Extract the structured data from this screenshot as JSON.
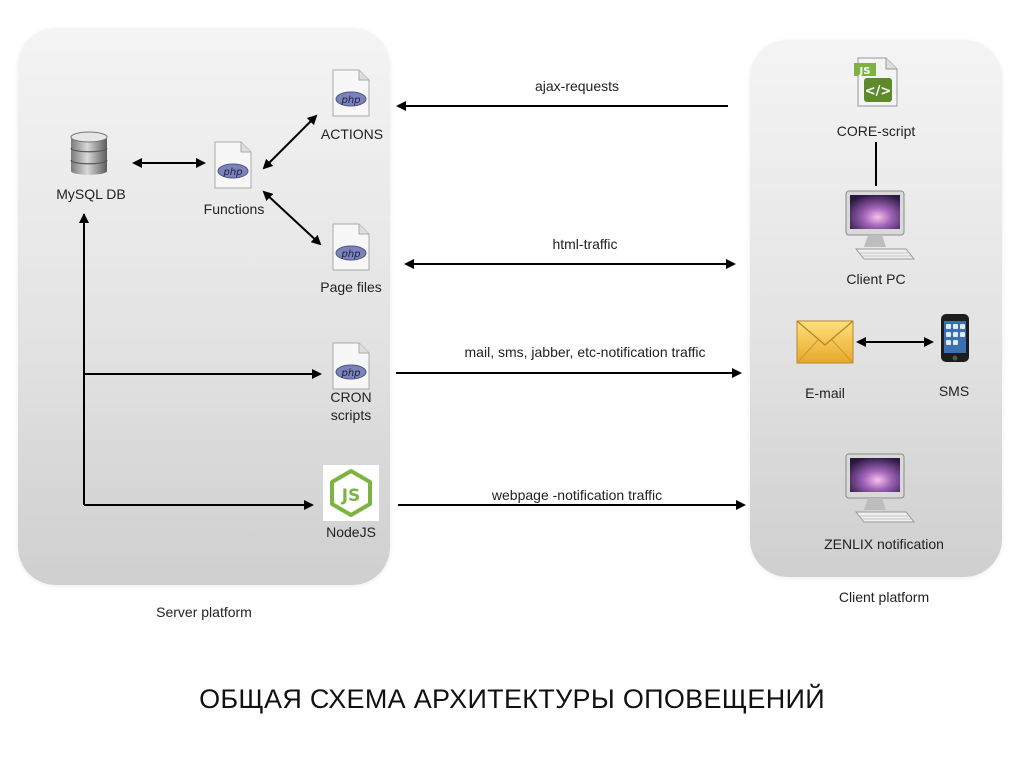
{
  "server": {
    "platform_label": "Server platform",
    "db_label": "MySQL DB",
    "functions_label": "Functions",
    "actions_label": "ACTIONS",
    "pages_label": "Page files",
    "cron_label_line1": "CRON",
    "cron_label_line2": "scripts",
    "node_label": "NodeJS",
    "php_badge": "php",
    "node_badge": "JS"
  },
  "client": {
    "platform_label": "Client platform",
    "core_label": "CORE-script",
    "core_badge": "JS",
    "core_glyph": "</>",
    "pc_label": "Client PC",
    "email_label": "E-mail",
    "sms_label": "SMS",
    "zenlix_label": "ZENLIX notification"
  },
  "flows": {
    "ajax": "ajax-requests",
    "html": "html-traffic",
    "mail": "mail, sms, jabber, etc-notification traffic",
    "webpage": "webpage -notification traffic"
  },
  "caption": "ОБЩАЯ СХЕМА АРХИТЕКТУРЫ ОПОВЕЩЕНИЙ",
  "icons": [
    "database-icon",
    "php-file-icon",
    "nodejs-icon",
    "js-file-icon",
    "monitor-icon",
    "envelope-icon",
    "phone-icon"
  ]
}
